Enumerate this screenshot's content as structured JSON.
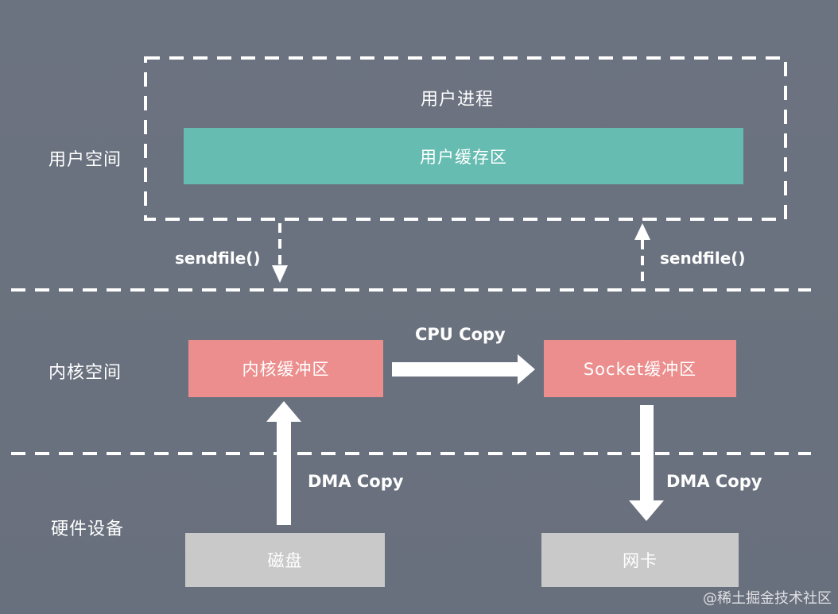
{
  "regions": {
    "user_space": "用户空间",
    "kernel_space": "内核空间",
    "hardware": "硬件设备"
  },
  "user_process": {
    "title": "用户进程",
    "buffer": "用户缓存区"
  },
  "kernel": {
    "left_buffer": "内核缓冲区",
    "right_buffer": "Socket缓冲区"
  },
  "hardware": {
    "disk": "磁盘",
    "nic": "网卡"
  },
  "labels": {
    "sendfile_left": "sendfile()",
    "sendfile_right": "sendfile()",
    "cpu_copy": "CPU Copy",
    "dma_left": "DMA Copy",
    "dma_right": "DMA Copy"
  },
  "watermark": "@稀土掘金技术社区"
}
